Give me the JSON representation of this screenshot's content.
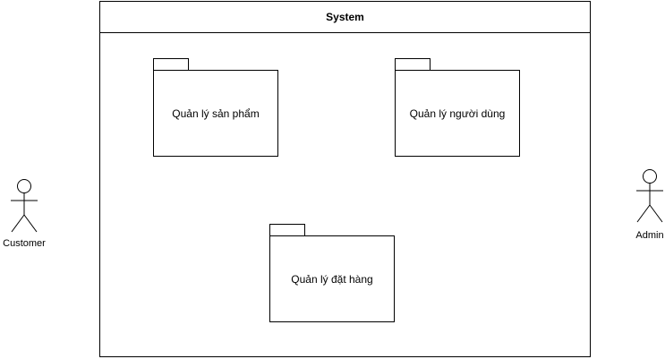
{
  "system": {
    "title": "System"
  },
  "packages": [
    {
      "label": "Quản lý sản phẩm"
    },
    {
      "label": "Quản lý người dùng"
    },
    {
      "label": "Quản lý đặt hàng"
    }
  ],
  "actors": [
    {
      "label": "Customer"
    },
    {
      "label": "Admin"
    }
  ]
}
